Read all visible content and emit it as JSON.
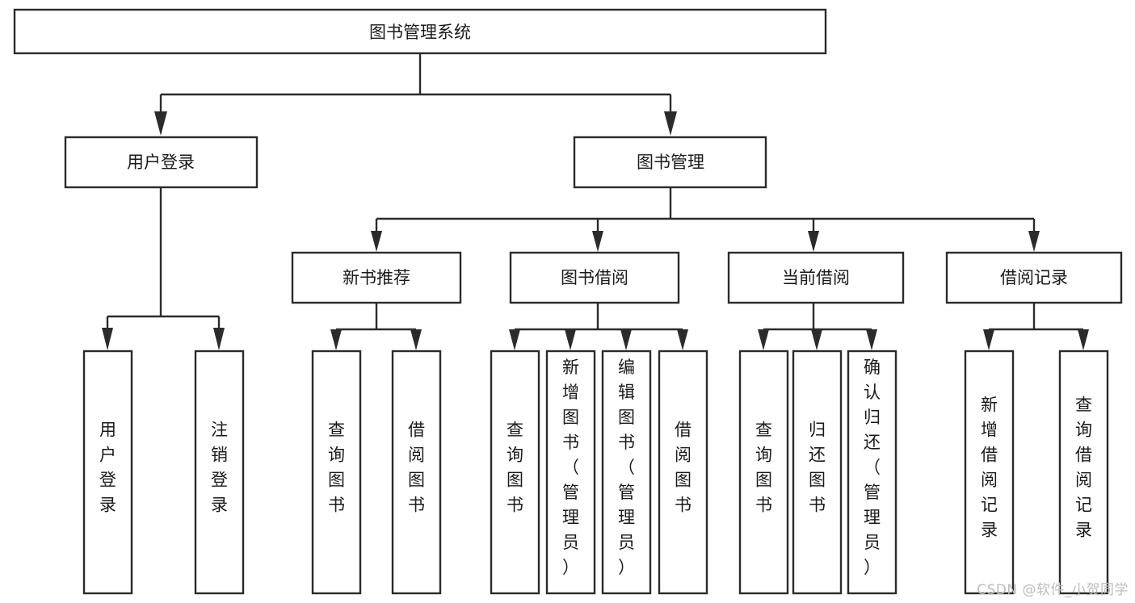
{
  "diagram": {
    "type": "tree",
    "title": "图书管理系统",
    "watermark": "CSDN @软件_小贺同学",
    "colors": {
      "background": "#ffffff",
      "stroke": "#2b2b2b",
      "box_fill": "#ffffff",
      "text": "#1a1a1a",
      "watermark": "#bdbdbd"
    },
    "nodes": {
      "root": {
        "label": "图书管理系统",
        "orientation": "horizontal"
      },
      "level2": [
        {
          "id": "user-login",
          "label": "用户登录",
          "orientation": "horizontal"
        },
        {
          "id": "book-manage",
          "label": "图书管理",
          "orientation": "horizontal"
        }
      ],
      "level3": [
        {
          "id": "new-book-recommend",
          "label": "新书推荐",
          "orientation": "horizontal"
        },
        {
          "id": "book-borrow",
          "label": "图书借阅",
          "orientation": "horizontal"
        },
        {
          "id": "current-borrow",
          "label": "当前借阅",
          "orientation": "horizontal"
        },
        {
          "id": "borrow-record",
          "label": "借阅记录",
          "orientation": "horizontal"
        }
      ],
      "leaves": [
        {
          "id": "leaf-user-login",
          "label": "用户登录",
          "parent": "user-login",
          "orientation": "vertical"
        },
        {
          "id": "leaf-user-logout",
          "label": "注销登录",
          "parent": "user-login",
          "orientation": "vertical"
        },
        {
          "id": "leaf-query-book-1",
          "label": "查询图书",
          "parent": "new-book-recommend",
          "orientation": "vertical"
        },
        {
          "id": "leaf-borrow-book-1",
          "label": "借阅图书",
          "parent": "new-book-recommend",
          "orientation": "vertical"
        },
        {
          "id": "leaf-query-book-2",
          "label": "查询图书",
          "parent": "book-borrow",
          "orientation": "vertical"
        },
        {
          "id": "leaf-add-book",
          "label": "新增图书（管理员）",
          "parent": "book-borrow",
          "orientation": "vertical"
        },
        {
          "id": "leaf-edit-book",
          "label": "编辑图书（管理员）",
          "parent": "book-borrow",
          "orientation": "vertical"
        },
        {
          "id": "leaf-borrow-book-2",
          "label": "借阅图书",
          "parent": "book-borrow",
          "orientation": "vertical"
        },
        {
          "id": "leaf-query-book-3",
          "label": "查询图书",
          "parent": "current-borrow",
          "orientation": "vertical"
        },
        {
          "id": "leaf-return-book",
          "label": "归还图书",
          "parent": "current-borrow",
          "orientation": "vertical"
        },
        {
          "id": "leaf-confirm-return",
          "label": "确认归还（管理员）",
          "parent": "current-borrow",
          "orientation": "vertical"
        },
        {
          "id": "leaf-add-record",
          "label": "新增借阅记录",
          "parent": "borrow-record",
          "orientation": "vertical"
        },
        {
          "id": "leaf-query-record",
          "label": "查询借阅记录",
          "parent": "borrow-record",
          "orientation": "vertical"
        }
      ]
    },
    "edges": [
      {
        "from": "root",
        "to": "user-login"
      },
      {
        "from": "root",
        "to": "book-manage"
      },
      {
        "from": "book-manage",
        "to": "new-book-recommend"
      },
      {
        "from": "book-manage",
        "to": "book-borrow"
      },
      {
        "from": "book-manage",
        "to": "current-borrow"
      },
      {
        "from": "book-manage",
        "to": "borrow-record"
      },
      {
        "from": "user-login",
        "to": "leaf-user-login"
      },
      {
        "from": "user-login",
        "to": "leaf-user-logout"
      },
      {
        "from": "new-book-recommend",
        "to": "leaf-query-book-1"
      },
      {
        "from": "new-book-recommend",
        "to": "leaf-borrow-book-1"
      },
      {
        "from": "book-borrow",
        "to": "leaf-query-book-2"
      },
      {
        "from": "book-borrow",
        "to": "leaf-add-book"
      },
      {
        "from": "book-borrow",
        "to": "leaf-edit-book"
      },
      {
        "from": "book-borrow",
        "to": "leaf-borrow-book-2"
      },
      {
        "from": "current-borrow",
        "to": "leaf-query-book-3"
      },
      {
        "from": "current-borrow",
        "to": "leaf-return-book"
      },
      {
        "from": "current-borrow",
        "to": "leaf-confirm-return"
      },
      {
        "from": "borrow-record",
        "to": "leaf-add-record"
      },
      {
        "from": "borrow-record",
        "to": "leaf-query-record"
      }
    ]
  }
}
